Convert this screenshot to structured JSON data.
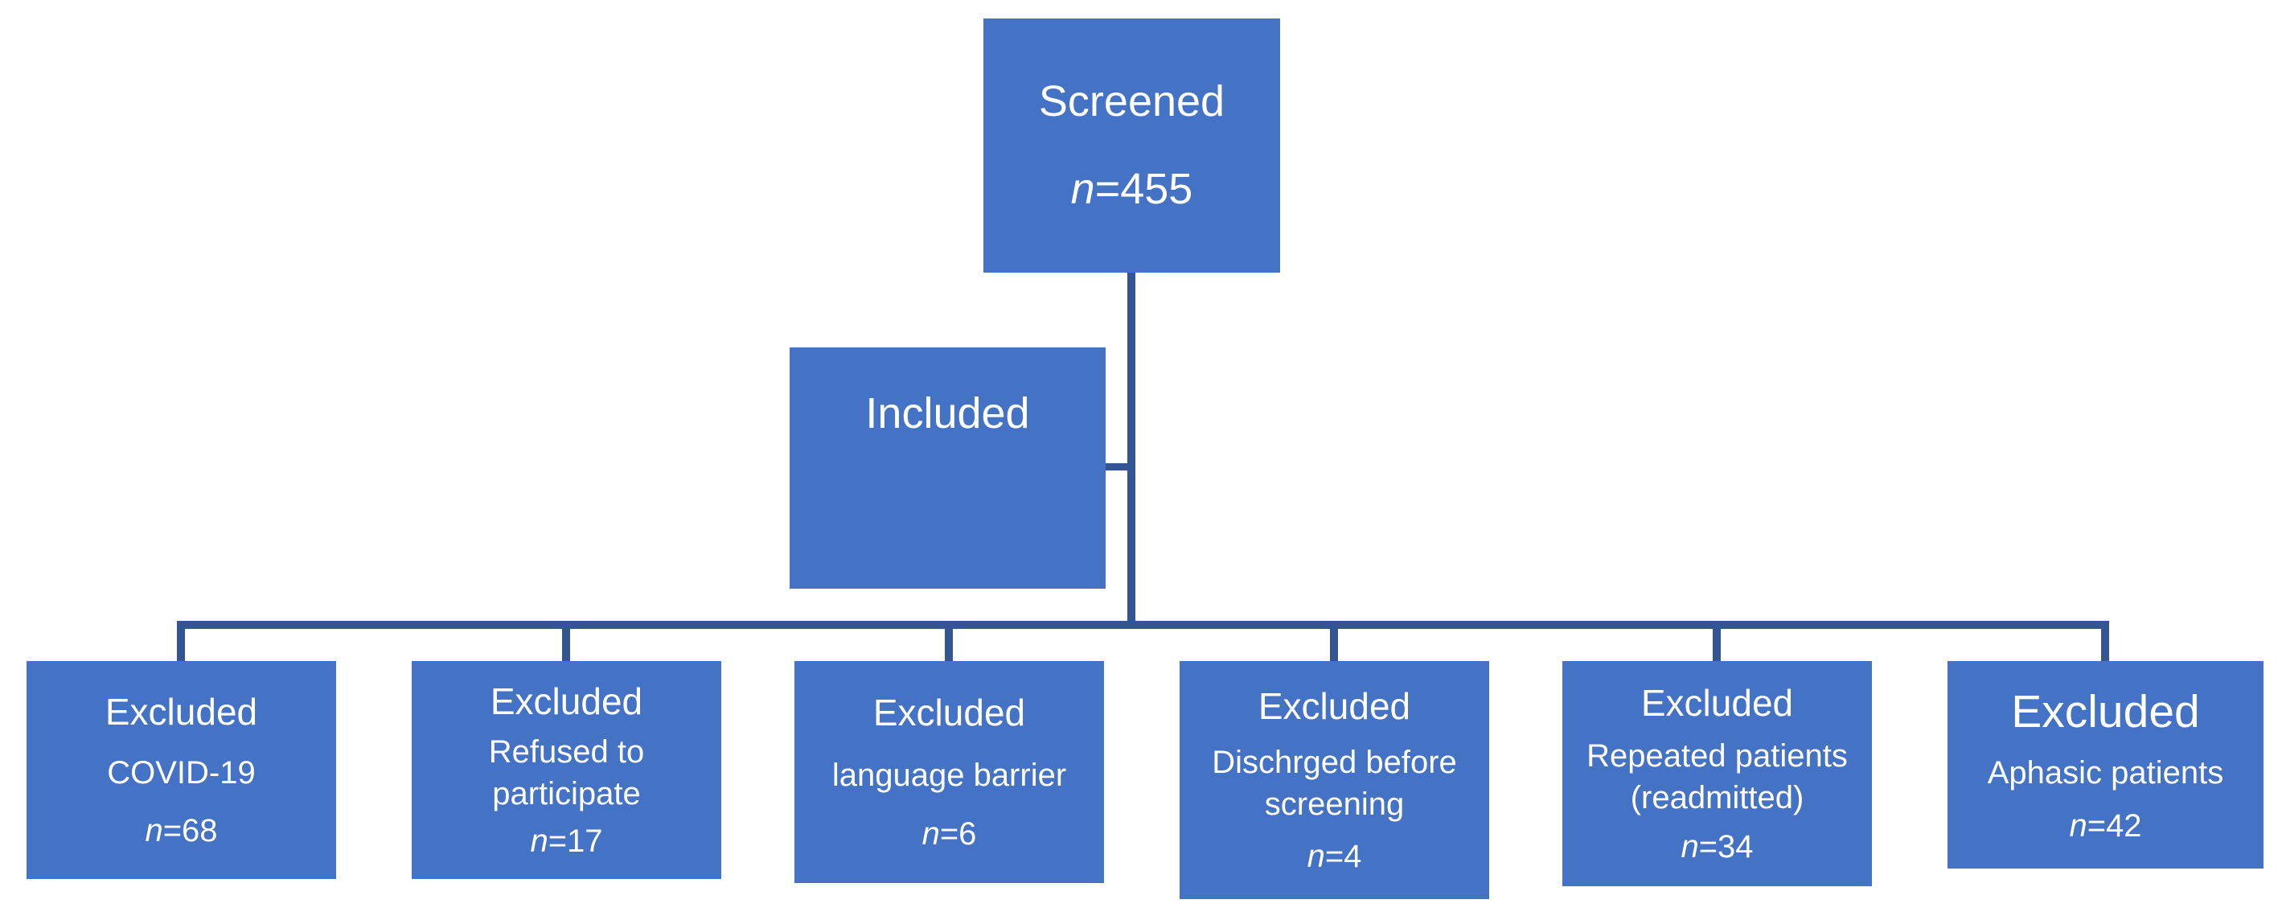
{
  "diagram": {
    "colors": {
      "box_fill": "#4472C4",
      "connector": "#335593",
      "text": "#ffffff",
      "background": "#ffffff"
    },
    "screened": {
      "title": "Screened",
      "n": "n",
      "count": "=455"
    },
    "included": {
      "title": "Included"
    },
    "excluded": [
      {
        "title": "Excluded",
        "reason": "COVID-19",
        "n": "n",
        "count": "=68"
      },
      {
        "title": "Excluded",
        "reason": "Refused to participate",
        "n": "n",
        "count": "=17"
      },
      {
        "title": "Excluded",
        "reason": "language barrier",
        "n": "n",
        "count": "=6"
      },
      {
        "title": "Excluded",
        "reason": "Dischrged before screening",
        "n": "n",
        "count": "=4"
      },
      {
        "title": "Excluded",
        "reason": "Repeated patients (readmitted)",
        "n": "n",
        "count": "=34"
      },
      {
        "title": "Excluded",
        "reason": "Aphasic patients",
        "n": "n",
        "count": "=42"
      }
    ]
  }
}
